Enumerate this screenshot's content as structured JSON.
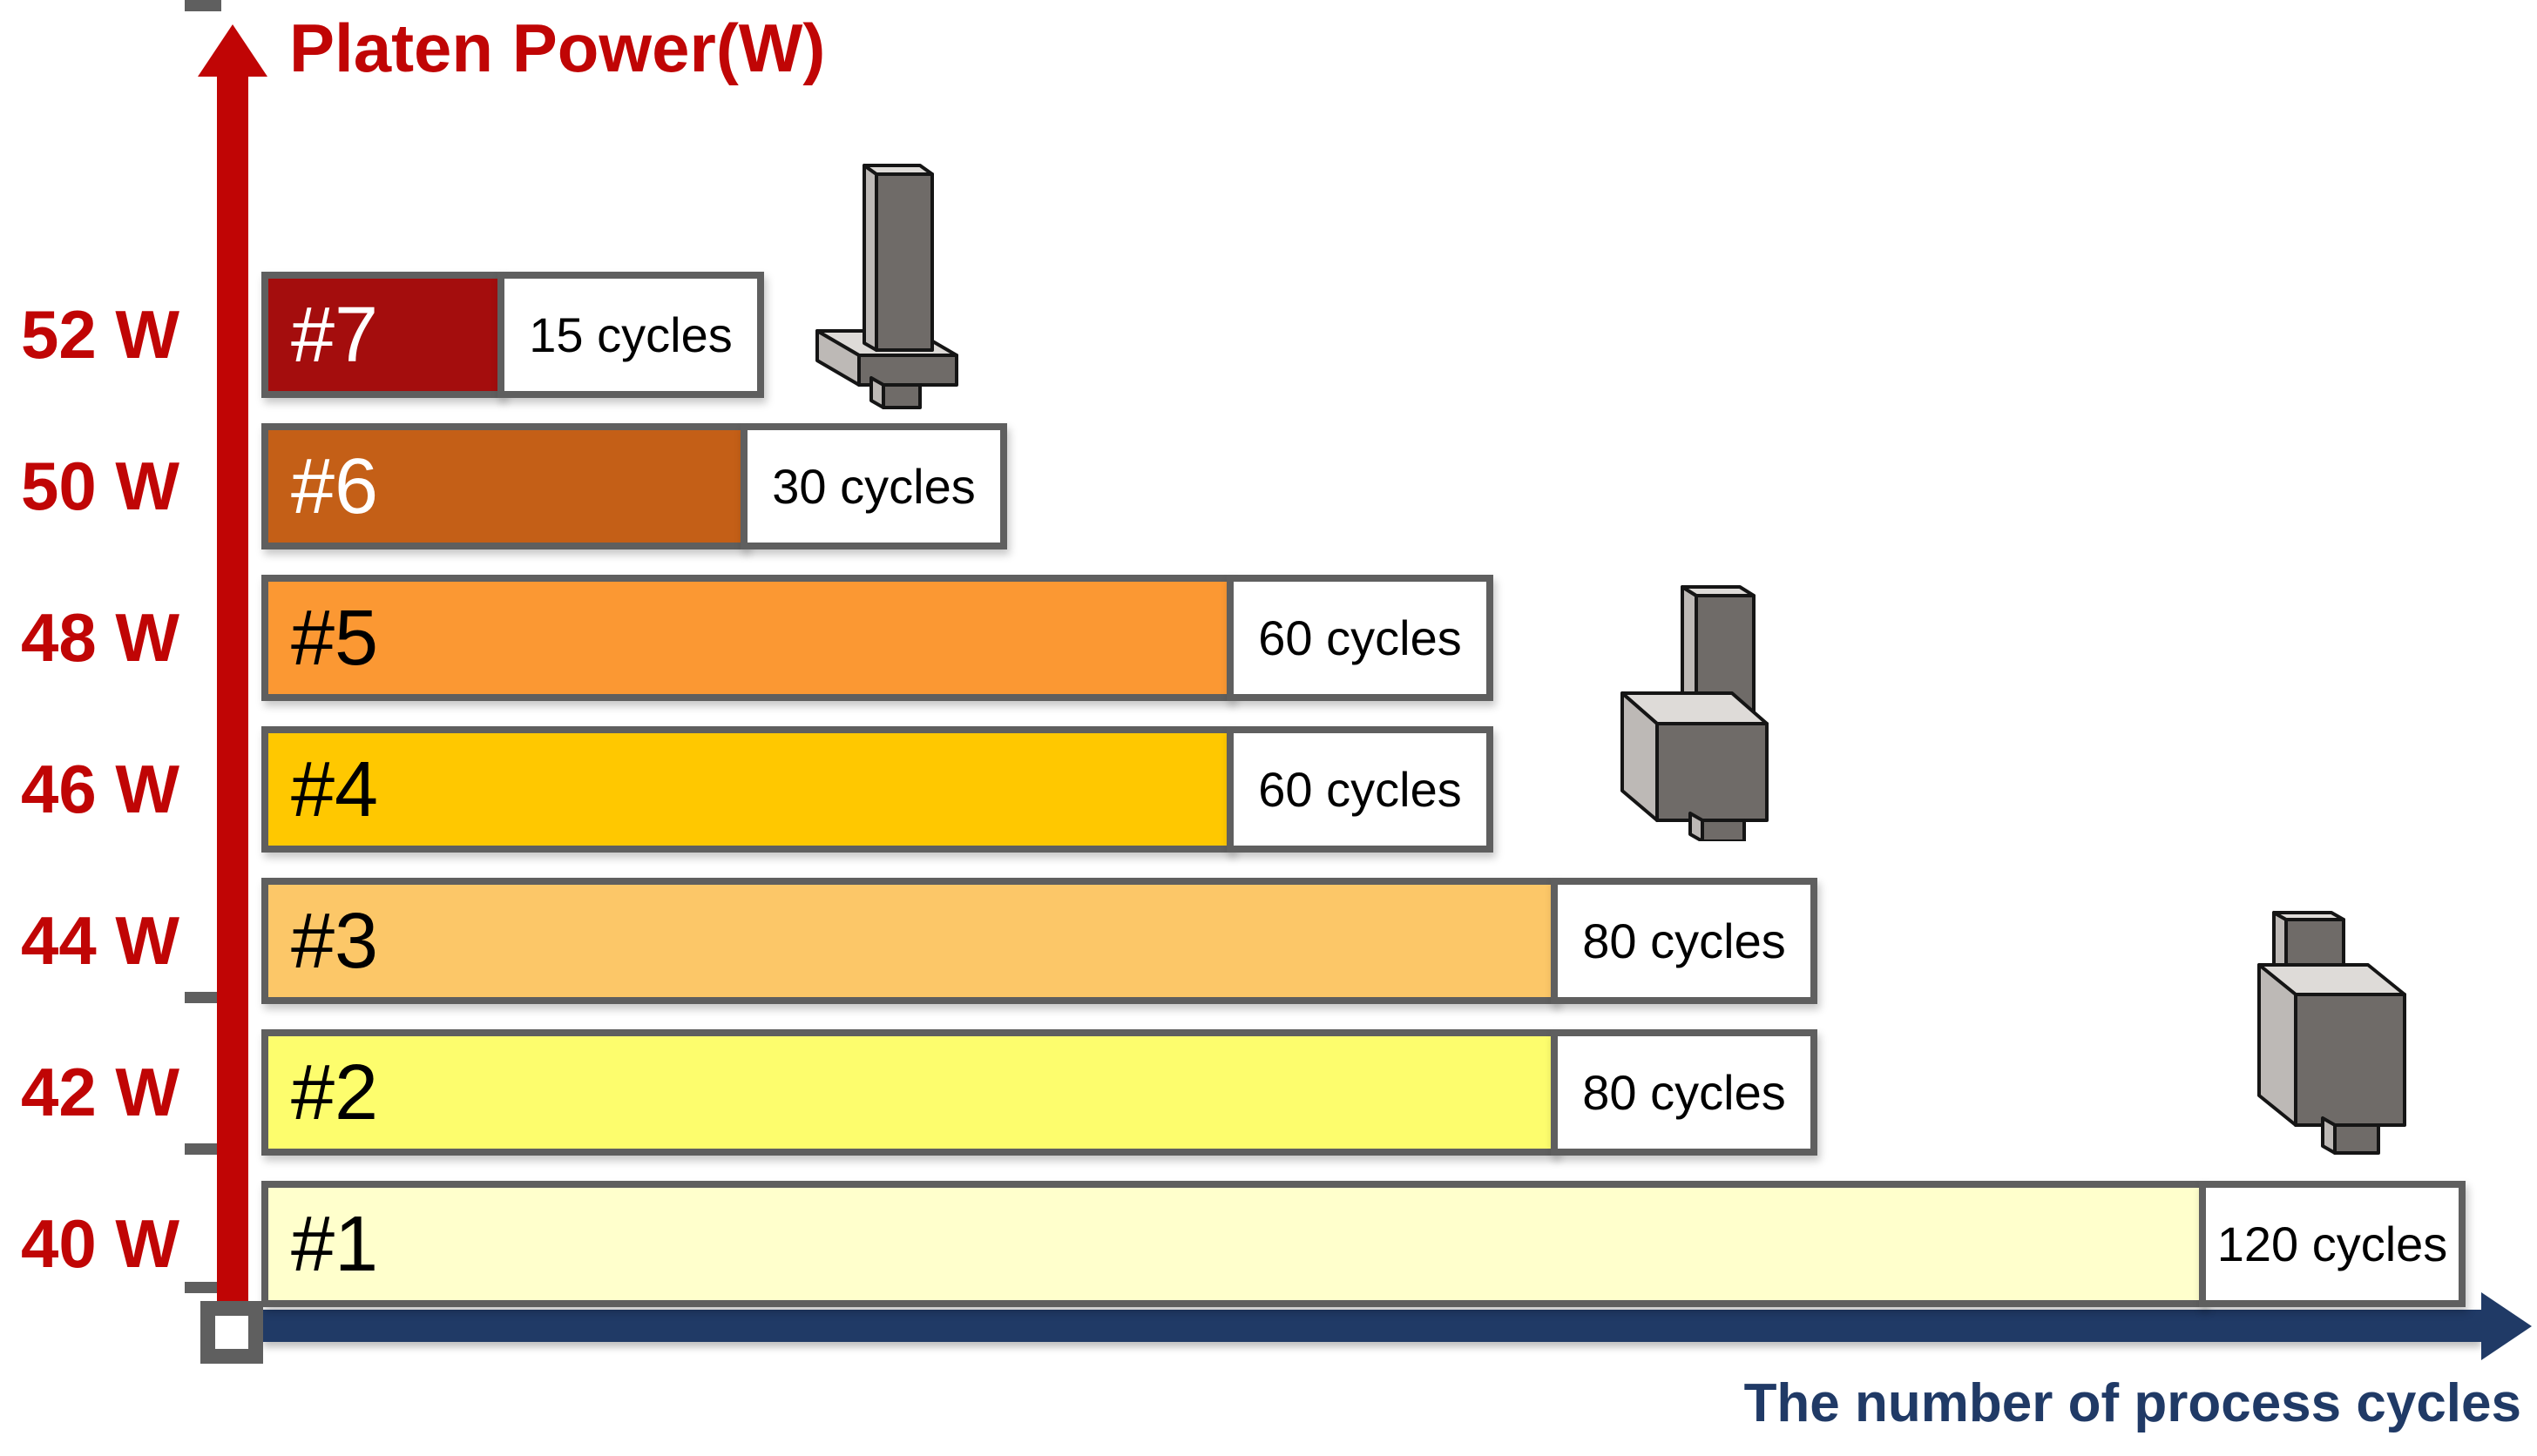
{
  "y_axis": {
    "title": "Platen Power(W)",
    "color": "#C00505",
    "tick_labels": [
      "52 W",
      "50 W",
      "48 W",
      "46 W",
      "44 W",
      "42 W",
      "40 W"
    ]
  },
  "x_axis": {
    "title": "The number of process cycles",
    "color": "#203A66"
  },
  "chart_data": {
    "type": "bar",
    "orientation": "horizontal",
    "ylabel": "Platen Power(W)",
    "xlabel": "The number of process cycles",
    "grid": false,
    "legend": "none",
    "y_categories_platen_power_w": [
      52,
      50,
      48,
      46,
      44,
      42,
      40
    ],
    "bars": [
      {
        "name": "#7",
        "power_label": "52 W",
        "power_w": 52,
        "cycles": 15,
        "cycles_label": "15 cycles",
        "fill": "#A40D0D",
        "name_color": "#FFFFFF"
      },
      {
        "name": "#6",
        "power_label": "50 W",
        "power_w": 50,
        "cycles": 30,
        "cycles_label": "30 cycles",
        "fill": "#C45F17",
        "name_color": "#FFFFFF"
      },
      {
        "name": "#5",
        "power_label": "48 W",
        "power_w": 48,
        "cycles": 60,
        "cycles_label": "60 cycles",
        "fill": "#FB9833",
        "name_color": "#000000"
      },
      {
        "name": "#4",
        "power_label": "46 W",
        "power_w": 46,
        "cycles": 60,
        "cycles_label": "60 cycles",
        "fill": "#FFC800",
        "name_color": "#000000"
      },
      {
        "name": "#3",
        "power_label": "44 W",
        "power_w": 44,
        "cycles": 80,
        "cycles_label": "80 cycles",
        "fill": "#FCC768",
        "name_color": "#000000"
      },
      {
        "name": "#2",
        "power_label": "42 W",
        "power_w": 42,
        "cycles": 80,
        "cycles_label": "80 cycles",
        "fill": "#FDFD6D",
        "name_color": "#000000"
      },
      {
        "name": "#1",
        "power_label": "40 W",
        "power_w": 40,
        "cycles": 120,
        "cycles_label": "120 cycles",
        "fill": "#FFFFCC",
        "name_color": "#000000"
      }
    ]
  },
  "colors": {
    "bar_border_gray": "#5F5F5F",
    "axis_red": "#C00505",
    "axis_navy": "#203A66",
    "cycles_box_bg": "#FFFFFF"
  },
  "icons": [
    {
      "name": "tool-pin-tall-on-plate-icon",
      "description": "gray 3D tool: tall thin pin on flat base plate"
    },
    {
      "name": "tool-pin-medium-on-cube-icon",
      "description": "gray 3D tool: medium pin on cubic base"
    },
    {
      "name": "tool-pin-short-on-block-icon",
      "description": "gray 3D tool: short pin on tall block"
    }
  ]
}
